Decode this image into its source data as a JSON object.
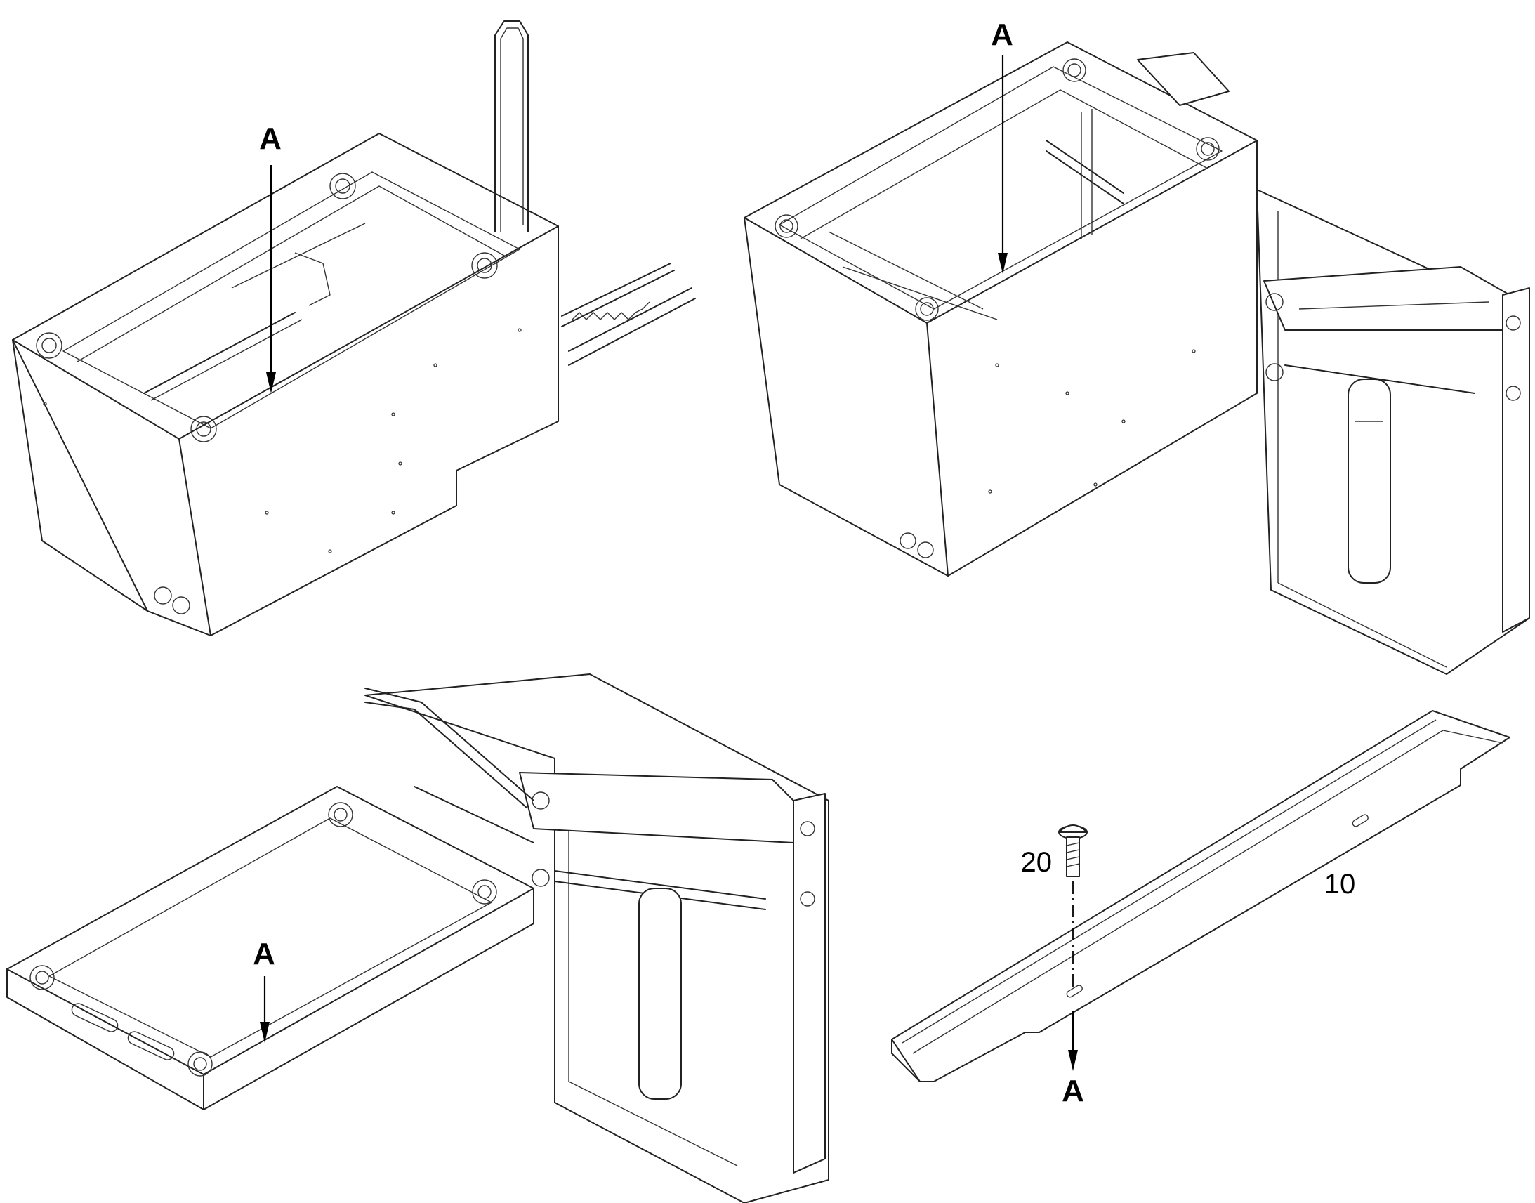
{
  "views": [
    {
      "callout": "A"
    },
    {
      "callout": "A"
    },
    {
      "callout": "A"
    },
    {
      "callout": "A"
    }
  ],
  "parts": [
    {
      "item": "10"
    },
    {
      "item": "20"
    }
  ]
}
